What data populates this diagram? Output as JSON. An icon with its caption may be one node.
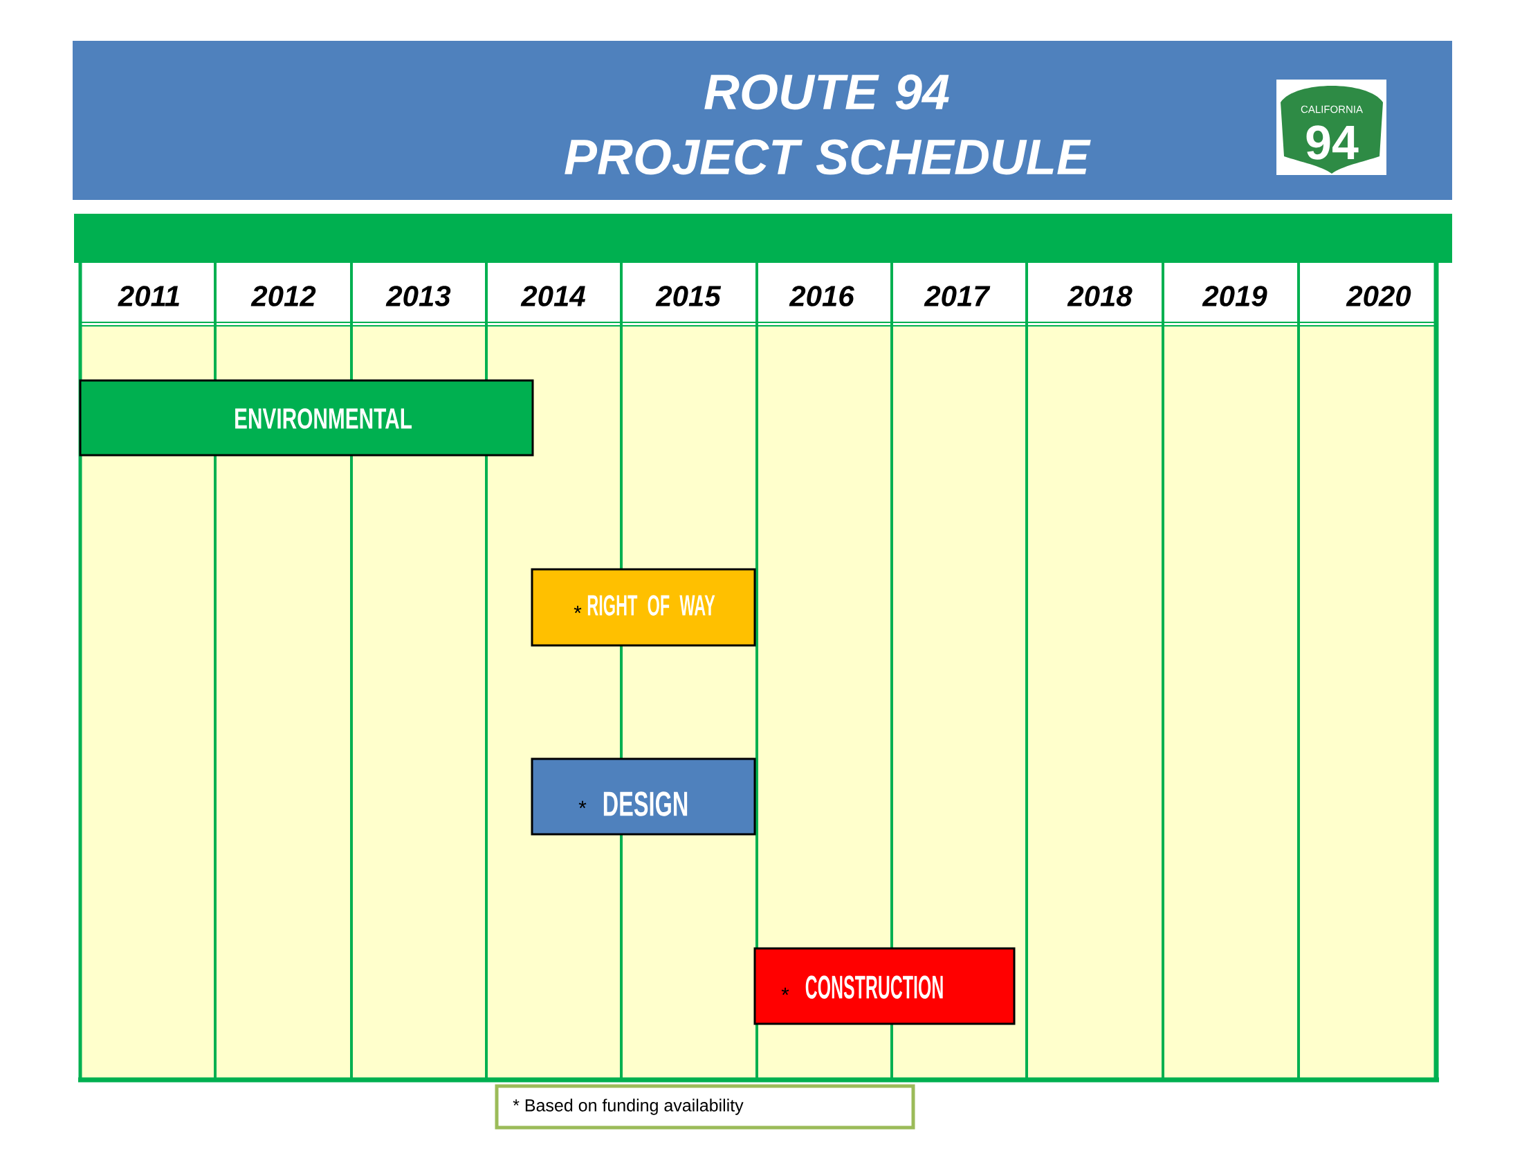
{
  "diagram": {
    "title": "ROUTE 94 PROJECT SCHEDULE",
    "nodes": [
      {
        "text": [
          "CALIFORNIA",
          "94"
        ]
      },
      {
        "text": [
          "ENVIRONMENTAL"
        ]
      },
      {
        "text": [
          "*",
          "RIGHT OF WAY"
        ]
      },
      {
        "text": [
          "*",
          "DESIGN"
        ]
      },
      {
        "text": [
          "*",
          "CONSTRUCTION"
        ]
      },
      {
        "text": [
          "* Based on funding availability"
        ]
      }
    ],
    "labels": [
      "2011",
      "2012",
      "2013",
      "2014",
      "2015",
      "2016",
      "2017",
      "2018",
      "2019",
      "2020"
    ]
  }
}
